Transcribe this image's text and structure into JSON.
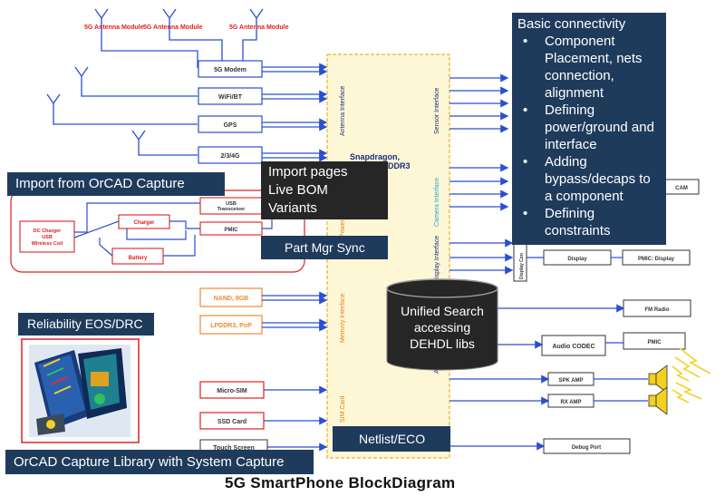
{
  "title": "5G SmartPhone BlockDiagram",
  "antennas": [
    "5G Antenna Module",
    "5G Antenna Module",
    "5G Antenna Module"
  ],
  "blocks": {
    "modem": "5G Modem",
    "wifi": "WiFi/BT",
    "gps": "GPS",
    "cell": "2/3/4G",
    "usb": "USB Transceiver",
    "pmic": "PMIC",
    "charger": "Charger",
    "dc_charger": "DC Charger USB Wireless Coil",
    "battery": "Battery",
    "nand": "NAND, 8GB",
    "lpddr": "LPDDR3, PoP",
    "sim": "Micro-SIM",
    "sd": "SSD Card",
    "touch": "Touch Screen",
    "display_con": "Display Con",
    "display": "Display",
    "pmic_display": "PMIC: Display",
    "cam": "CAM",
    "fm": "FM Radio",
    "audio": "Audio CODEC",
    "pmic_audio": "PMIC",
    "spk": "SPK AMP",
    "rx": "RX AMP",
    "debug": "Debug Port"
  },
  "soc": {
    "title_line1": "Snapdragon,",
    "title_line2": "DDR3",
    "antenna_if": "Antenna Interface",
    "sensor_if": "Sensor Interface",
    "camera_if": "Camera Interface",
    "display_if": "Display Interface",
    "power_if": "Power Int",
    "memory_if": "Memory Interface",
    "sim_if": "SIM Card",
    "audio_if": "Aud"
  },
  "callouts": {
    "basic_title": "Basic connectivity",
    "basic_items": [
      "Component Placement, nets connection, alignment",
      "Defining power/ground and interface",
      "Adding bypass/decaps to a component",
      "Defining constraints"
    ],
    "import_orcad": "Import from OrCAD Capture",
    "import_pages_lines": [
      "Import pages",
      "Live BOM",
      "Variants"
    ],
    "part_mgr": "Part Mgr Sync",
    "reliability": "Reliability EOS/DRC",
    "unified_search_lines": [
      "Unified Search",
      "accessing",
      "DEHDL libs"
    ],
    "netlist": "Netlist/ECO",
    "library": "OrCAD Capture Library with System Capture"
  },
  "colors": {
    "callout_bg": "#1f3b5c",
    "dark_bg": "#262626",
    "block_border": "#2a4fd0",
    "block_red": "#e02020",
    "block_orange": "#f08a30",
    "soc_fill": "#fdf7d6",
    "soc_border": "#e8b430"
  }
}
